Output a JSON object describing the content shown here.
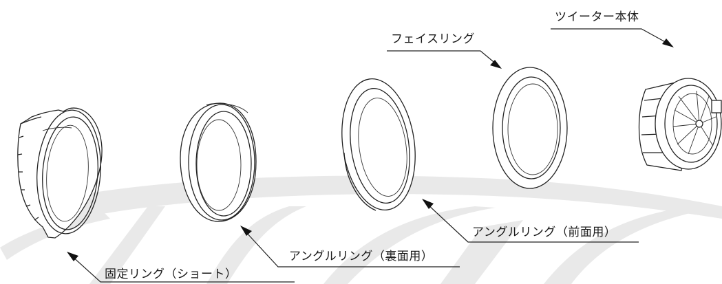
{
  "labels": {
    "tweeter_body": "ツイーター本体",
    "face_ring": "フェイスリング",
    "angle_ring_front": "アングルリング（前面用）",
    "angle_ring_back": "アングルリング（裏面用）",
    "fixing_ring_short": "固定リング（ショート）"
  },
  "colors": {
    "ink": "#222222",
    "watermark": "#e9e9e9",
    "background": "#ffffff"
  }
}
